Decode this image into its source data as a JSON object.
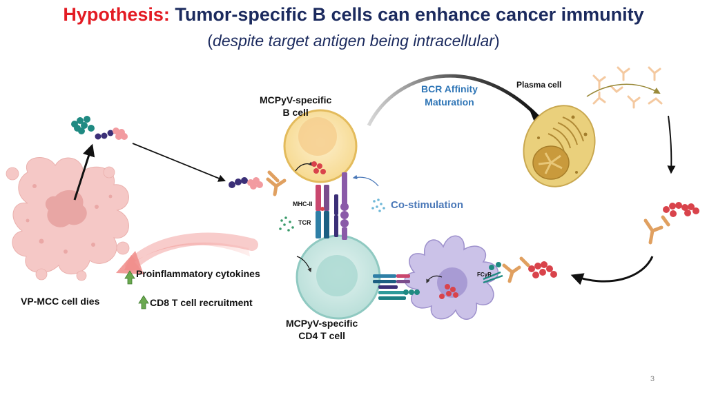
{
  "title": {
    "prefix": "Hypothesis:",
    "main": "Tumor-specific B cells can enhance cancer immunity"
  },
  "subtitle": {
    "open": "(",
    "italic": "despite target antigen being intracellular",
    "close": ")"
  },
  "labels": {
    "b_cell_line1": "MCPyV-specific",
    "b_cell_line2": "B cell",
    "bcr_line1": "BCR Affinity",
    "bcr_line2": "Maturation",
    "plasma_cell": "Plasma cell",
    "costim": "Co-stimulation",
    "mhc": "MHC-II",
    "tcr": "TCR",
    "fcr": "FCγR",
    "cytokines": "Proinflammatory cytokines",
    "cd8": "CD8 T cell recruitment",
    "vp_mcc": "VP-MCC cell dies",
    "cd4_line1": "MCPyV-specific",
    "cd4_line2": "CD4 T cell"
  },
  "slide_number": "3",
  "colors": {
    "title_red": "#e31b23",
    "title_navy": "#1b2a5e",
    "bcr_blue": "#2e75b6",
    "costim_blue": "#4a78b8",
    "tumor_pink": "#f4c6c4",
    "b_cell_fill": "#fbe6b0",
    "cd4_fill": "#cde8e4",
    "dendritic_fill": "#c9c0e6",
    "plasma_fill": "#e9cc7a",
    "antibody_orange": "#e0a060",
    "antigen_red": "#d9434b",
    "up_arrow_green": "#5fa04a"
  }
}
